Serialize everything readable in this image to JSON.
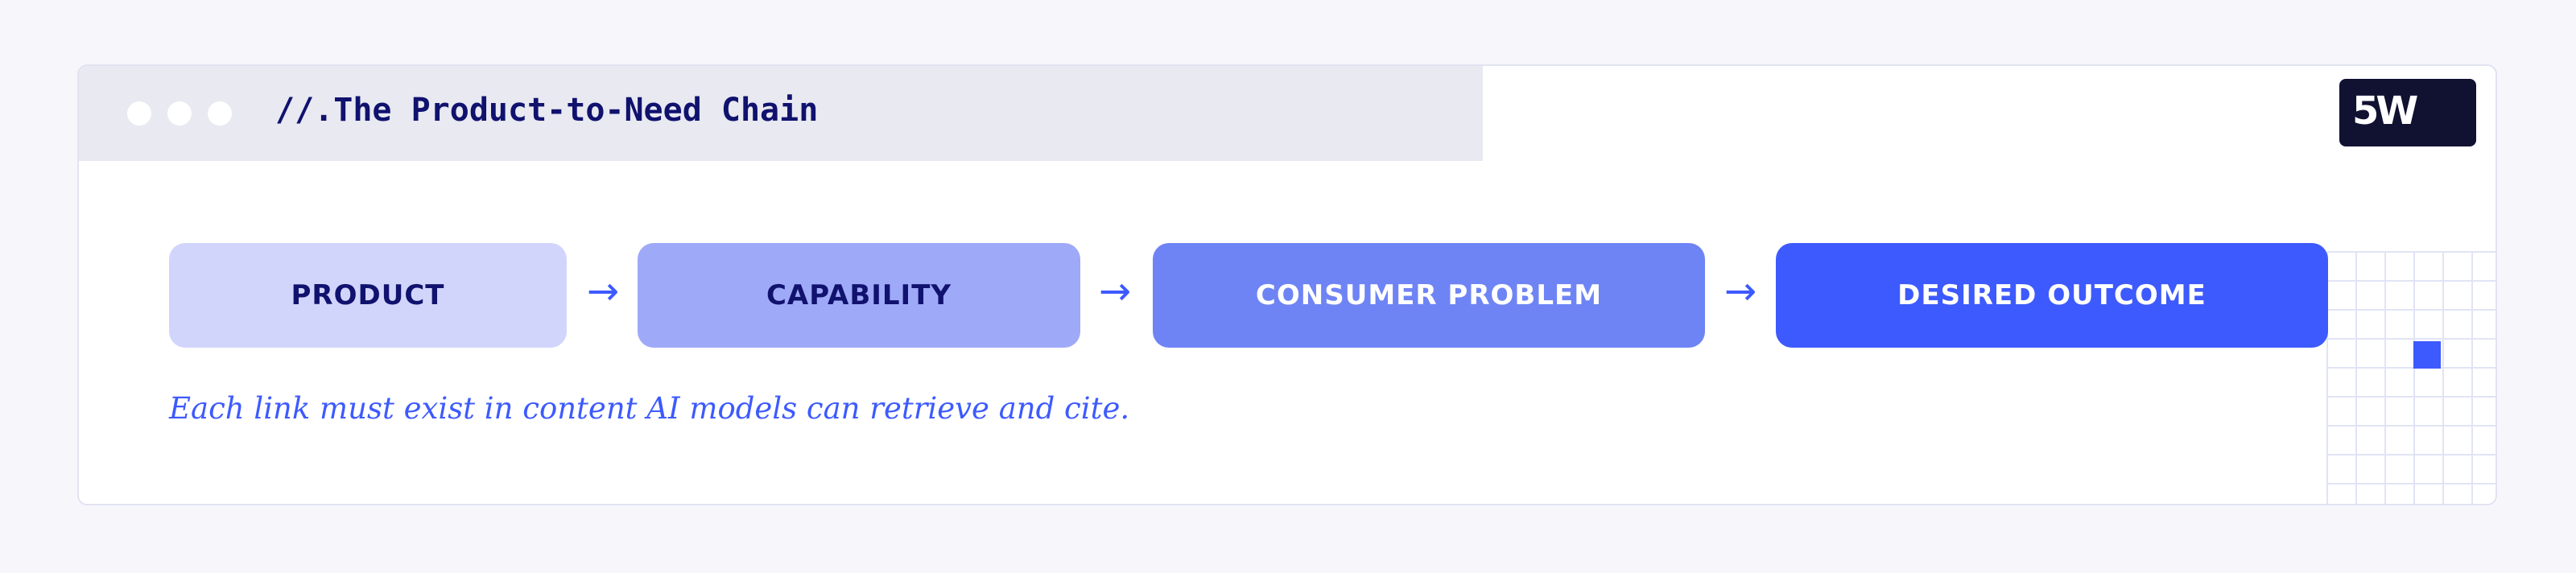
{
  "window": {
    "title": "//.The Product-to-Need Chain",
    "logo": "5W"
  },
  "chain": {
    "nodes": [
      {
        "label": "PRODUCT"
      },
      {
        "label": "CAPABILITY"
      },
      {
        "label": "CONSUMER PROBLEM"
      },
      {
        "label": "DESIRED OUTCOME"
      }
    ],
    "arrow": "→",
    "caption": "Each link must exist in content AI models can retrieve and cite."
  },
  "colors": {
    "accent": "#3d5afe",
    "navy": "#10126e",
    "node_1": "#d2d5fb",
    "node_2": "#9ea9f8",
    "node_3": "#6e84f5",
    "node_4": "#3d5afe"
  }
}
